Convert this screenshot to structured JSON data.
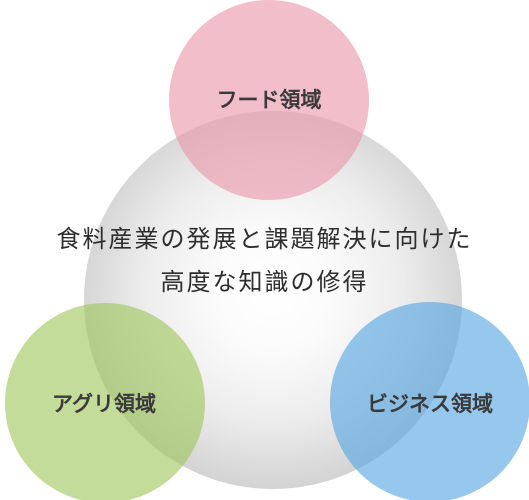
{
  "diagram": {
    "center": {
      "line1": "食料産業の発展と課題解決に向けた",
      "line2": "高度な知識の修得"
    },
    "domains": [
      {
        "label": "フード領域",
        "color": "#e996aa"
      },
      {
        "label": "アグリ領域",
        "color": "#a0c65a"
      },
      {
        "label": "ビジネス領域",
        "color": "#56a5e0"
      }
    ]
  }
}
